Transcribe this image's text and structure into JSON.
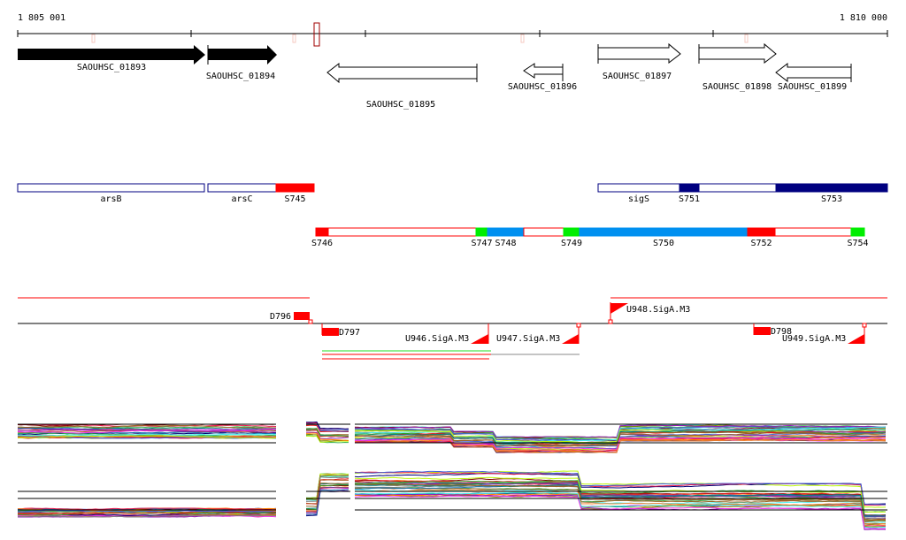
{
  "scale": {
    "start_label": "1 805 001",
    "end_label": "1 810 000"
  },
  "genes": [
    {
      "name": "SAOUHSC_01893",
      "strand": "+",
      "filled": true
    },
    {
      "name": "SAOUHSC_01894",
      "strand": "+",
      "filled": true
    },
    {
      "name": "SAOUHSC_01895",
      "strand": "-",
      "filled": false
    },
    {
      "name": "SAOUHSC_01896",
      "strand": "-",
      "filled": false
    },
    {
      "name": "SAOUHSC_01897",
      "strand": "+",
      "filled": false
    },
    {
      "name": "SAOUHSC_01898",
      "strand": "+",
      "filled": false
    },
    {
      "name": "SAOUHSC_01899",
      "strand": "-",
      "filled": false
    }
  ],
  "segments_row1": [
    {
      "name": "arsB",
      "color": "#ffffff"
    },
    {
      "name": "arsC",
      "color": "#ffffff"
    },
    {
      "name": "S745",
      "color": "#ff0000"
    },
    {
      "name": "sigS",
      "color": "#ffffff"
    },
    {
      "name": "S751",
      "color": "#000080"
    },
    {
      "name": "",
      "color": "#ffffff"
    },
    {
      "name": "S753",
      "color": "#000080"
    }
  ],
  "segments_row2": [
    {
      "name": "S746",
      "color": "#ff0000"
    },
    {
      "name": "",
      "color": "#ffffff"
    },
    {
      "name": "S747",
      "color": "#00ee00"
    },
    {
      "name": "S748",
      "color": "#0090f0"
    },
    {
      "name": "",
      "color": "#ffffff"
    },
    {
      "name": "S749",
      "color": "#00ee00"
    },
    {
      "name": "S750",
      "color": "#0090f0"
    },
    {
      "name": "S752",
      "color": "#ff0000"
    },
    {
      "name": "",
      "color": "#ffffff"
    },
    {
      "name": "S754",
      "color": "#00ee00"
    }
  ],
  "features": {
    "d796": "D796",
    "d797": "D797",
    "d798": "D798",
    "u946": "U946.SigA.M3",
    "u947": "U947.SigA.M3",
    "u948": "U948.SigA.M3",
    "u949": "U949.SigA.M3"
  },
  "colors": {
    "accent": "#ff0000",
    "navy": "#000080",
    "blue": "#0090f0",
    "green": "#00ee00"
  }
}
